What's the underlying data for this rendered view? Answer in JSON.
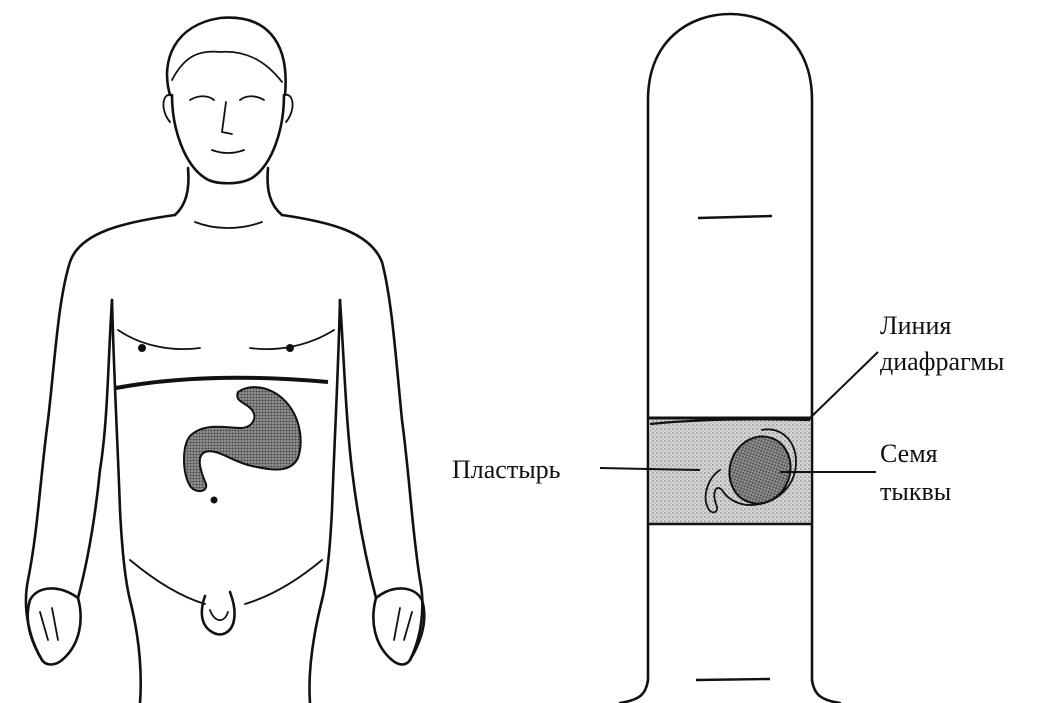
{
  "labels": {
    "diaphragm_line": [
      "Линия",
      "диафрагмы"
    ],
    "plaster": "Пластырь",
    "pumpkin_seed": [
      "Семя",
      "тыквы"
    ]
  },
  "colors": {
    "ink": "#111111",
    "stomach_fill": "#9a9a9a",
    "plaster_fill": "#c8c8c8",
    "seed_fill": "#555555",
    "background": "#ffffff"
  }
}
